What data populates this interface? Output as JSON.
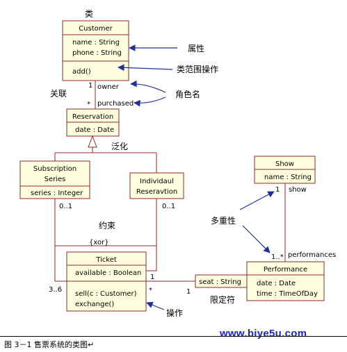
{
  "classes": {
    "customer": {
      "name": "Customer",
      "attributes": [
        "name : String",
        "phone : String"
      ],
      "operations": [
        "add()"
      ]
    },
    "reservation": {
      "name": "Reservation",
      "attributes": [
        "date : Date"
      ]
    },
    "subscription": {
      "name_line1": "Subscription",
      "name_line2": "Series",
      "attributes": [
        "series : Integer"
      ]
    },
    "individual": {
      "name_line1": "Individaul",
      "name_line2": "Reseravtion"
    },
    "show": {
      "name": "Show",
      "attributes": [
        "name : String"
      ]
    },
    "ticket": {
      "name": "Ticket",
      "attributes": [
        "available : Boolean"
      ],
      "operations": [
        "sell(c : Customer)",
        "exchange()"
      ]
    },
    "performance": {
      "name": "Performance",
      "attributes": [
        "date : Date",
        "time : TimeOfDay"
      ]
    }
  },
  "labels": {
    "class": "类",
    "attribute": "属性",
    "class_scope_operation": "类范围操作",
    "association": "关联",
    "role_name": "角色名",
    "generalization": "泛化",
    "constraint": "约束",
    "multiplicity": "多重性",
    "qualifier": "限定符",
    "operation": "操作"
  },
  "roles": {
    "owner": "owner",
    "purchased": "purchased",
    "show": "show",
    "performances": "performances",
    "xor": "{xor}",
    "seat": "seat : String"
  },
  "multiplicities": {
    "customer_end": "1",
    "reservation_end": "*",
    "subscription_end": "0..1",
    "individual_end": "0..1",
    "ticket_sub_end": "3..6",
    "ticket_ind_end": "1",
    "ticket_perf_end": "*",
    "perf_ticket_end": "1",
    "show_end": "1",
    "perf_show_end": "1..*"
  },
  "caption": "图 3－1 售票系统的类图↵",
  "watermark": "www.biye5u.com"
}
